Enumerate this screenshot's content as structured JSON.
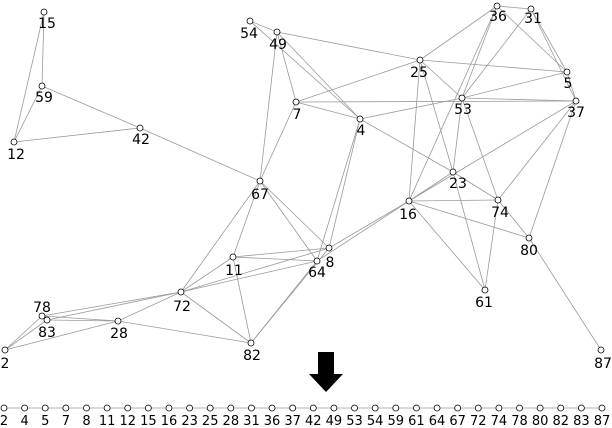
{
  "graph": {
    "nodes": [
      "2",
      "4",
      "5",
      "7",
      "8",
      "11",
      "12",
      "15",
      "16",
      "23",
      "25",
      "28",
      "31",
      "36",
      "37",
      "42",
      "49",
      "53",
      "54",
      "59",
      "61",
      "64",
      "67",
      "72",
      "74",
      "78",
      "80",
      "82",
      "83",
      "87"
    ],
    "edges": [
      [
        "15",
        "59"
      ],
      [
        "15",
        "12"
      ],
      [
        "59",
        "12"
      ],
      [
        "59",
        "42"
      ],
      [
        "12",
        "42"
      ],
      [
        "42",
        "67"
      ],
      [
        "54",
        "49"
      ],
      [
        "54",
        "4"
      ],
      [
        "49",
        "7"
      ],
      [
        "49",
        "67"
      ],
      [
        "49",
        "25"
      ],
      [
        "49",
        "4"
      ],
      [
        "7",
        "67"
      ],
      [
        "7",
        "25"
      ],
      [
        "7",
        "4"
      ],
      [
        "7",
        "37"
      ],
      [
        "25",
        "36"
      ],
      [
        "25",
        "53"
      ],
      [
        "25",
        "5"
      ],
      [
        "25",
        "16"
      ],
      [
        "25",
        "23"
      ],
      [
        "36",
        "31"
      ],
      [
        "36",
        "53"
      ],
      [
        "36",
        "5"
      ],
      [
        "36",
        "16"
      ],
      [
        "31",
        "5"
      ],
      [
        "31",
        "53"
      ],
      [
        "31",
        "37"
      ],
      [
        "5",
        "53"
      ],
      [
        "5",
        "37"
      ],
      [
        "53",
        "4"
      ],
      [
        "53",
        "23"
      ],
      [
        "53",
        "74"
      ],
      [
        "53",
        "37"
      ],
      [
        "37",
        "74"
      ],
      [
        "37",
        "80"
      ],
      [
        "37",
        "16"
      ],
      [
        "4",
        "23"
      ],
      [
        "4",
        "64"
      ],
      [
        "4",
        "8"
      ],
      [
        "23",
        "16"
      ],
      [
        "23",
        "74"
      ],
      [
        "23",
        "61"
      ],
      [
        "16",
        "74"
      ],
      [
        "16",
        "80"
      ],
      [
        "16",
        "61"
      ],
      [
        "16",
        "64"
      ],
      [
        "16",
        "8"
      ],
      [
        "74",
        "80"
      ],
      [
        "74",
        "61"
      ],
      [
        "80",
        "87"
      ],
      [
        "67",
        "8"
      ],
      [
        "67",
        "11"
      ],
      [
        "67",
        "72"
      ],
      [
        "67",
        "64"
      ],
      [
        "11",
        "8"
      ],
      [
        "11",
        "82"
      ],
      [
        "11",
        "72"
      ],
      [
        "11",
        "64"
      ],
      [
        "8",
        "82"
      ],
      [
        "64",
        "82"
      ],
      [
        "64",
        "72"
      ],
      [
        "8",
        "72"
      ],
      [
        "72",
        "78"
      ],
      [
        "72",
        "83"
      ],
      [
        "72",
        "28"
      ],
      [
        "72",
        "82"
      ],
      [
        "78",
        "83"
      ],
      [
        "78",
        "2"
      ],
      [
        "78",
        "28"
      ],
      [
        "83",
        "28"
      ],
      [
        "83",
        "2"
      ],
      [
        "28",
        "2"
      ],
      [
        "28",
        "82"
      ]
    ]
  },
  "ordering": {
    "arrow_icon": "down-arrow-icon",
    "sequence": [
      "2",
      "4",
      "5",
      "7",
      "8",
      "11",
      "12",
      "15",
      "16",
      "23",
      "25",
      "28",
      "31",
      "36",
      "37",
      "42",
      "49",
      "53",
      "54",
      "59",
      "61",
      "64",
      "67",
      "72",
      "74",
      "78",
      "80",
      "82",
      "83",
      "87"
    ]
  }
}
